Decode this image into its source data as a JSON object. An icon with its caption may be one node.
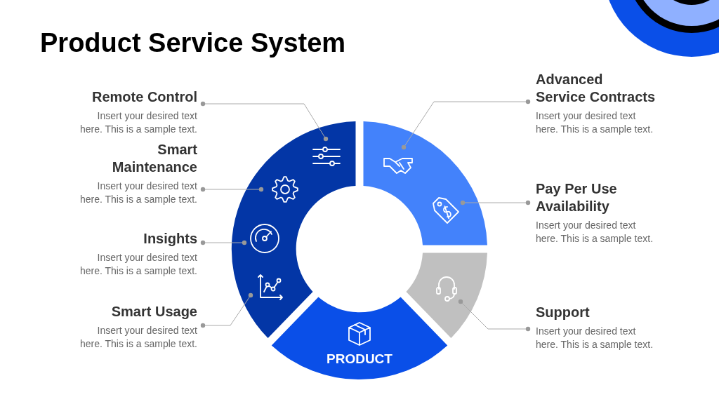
{
  "diagram": {
    "title": "Product Service System",
    "nodes": [
      {
        "text": [
          "Remote Control",
          "Insert your desired text here. This is a sample text."
        ]
      },
      {
        "text": [
          "Smart Maintenance",
          "Insert your desired text here. This is a sample text."
        ]
      },
      {
        "text": [
          "Insights",
          "Insert your desired text here. This is a sample text."
        ]
      },
      {
        "text": [
          "Smart Usage",
          "Insert your desired text here. This is a sample text."
        ]
      },
      {
        "text": [
          "Advanced Service Contracts",
          "Insert your desired text here. This is a sample text."
        ]
      },
      {
        "text": [
          "Pay Per Use Availability",
          "Insert your desired text here. This is a sample text."
        ]
      },
      {
        "text": [
          "Support",
          "Insert your desired text here. This is a sample text."
        ]
      },
      {
        "text": [
          "PRODUCT"
        ]
      },
      {
        "text": [],
        "shape": "arc"
      },
      {
        "text": [],
        "shape": "arc"
      },
      {
        "text": [],
        "shape": "arc"
      }
    ],
    "edges": [
      {
        "from": 0,
        "to": 8,
        "arrow": "other"
      },
      {
        "from": 1,
        "to": 8,
        "arrow": "other"
      },
      {
        "from": 2,
        "to": 8,
        "arrow": "other"
      },
      {
        "from": 3,
        "to": 8,
        "arrow": "other"
      },
      {
        "from": 4,
        "to": 9,
        "arrow": "other"
      },
      {
        "from": 5,
        "to": 9,
        "arrow": "other"
      },
      {
        "from": 6,
        "to": 10,
        "arrow": "other"
      }
    ]
  }
}
